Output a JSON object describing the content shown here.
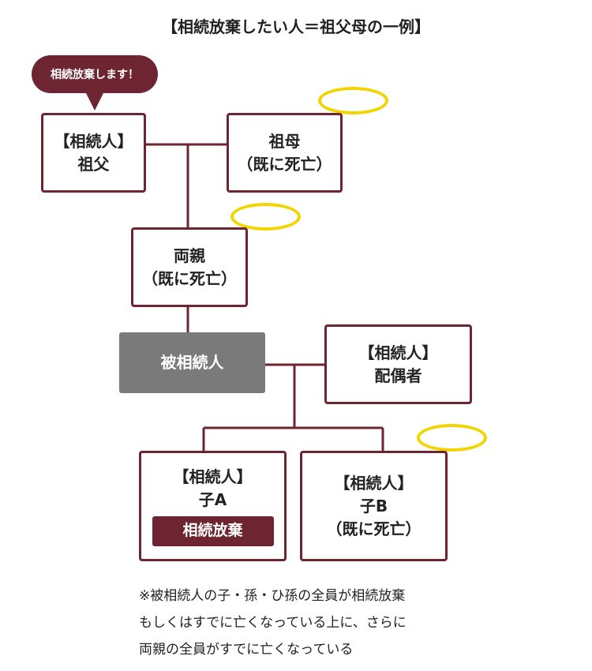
{
  "title": "【相続放棄したい人＝祖父母の一例】",
  "bubble": "相続放棄します！",
  "grandfather": {
    "role": "【相続人】",
    "name": "祖父"
  },
  "grandmother": {
    "name": "祖母",
    "status": "（既に死亡）"
  },
  "parents": {
    "name": "両親",
    "status": "（既に死亡）"
  },
  "decedent": {
    "name": "被相続人"
  },
  "spouse": {
    "role": "【相続人】",
    "name": "配偶者"
  },
  "child_a": {
    "role": "【相続人】",
    "name": "子A",
    "badge": "相続放棄"
  },
  "child_b": {
    "role": "【相続人】",
    "name": "子B",
    "status": "（既に死亡）"
  },
  "note": {
    "line1": "※被相続人の子・孫・ひ孫の全員が相続放棄",
    "line2": "もしくはすでに亡くなっている上に、さらに",
    "line3": "両親の全員がすでに亡くなっている"
  },
  "colors": {
    "accent": "#6e2532",
    "halo": "#f2d400",
    "decedent_fill": "#7a7a7a"
  }
}
